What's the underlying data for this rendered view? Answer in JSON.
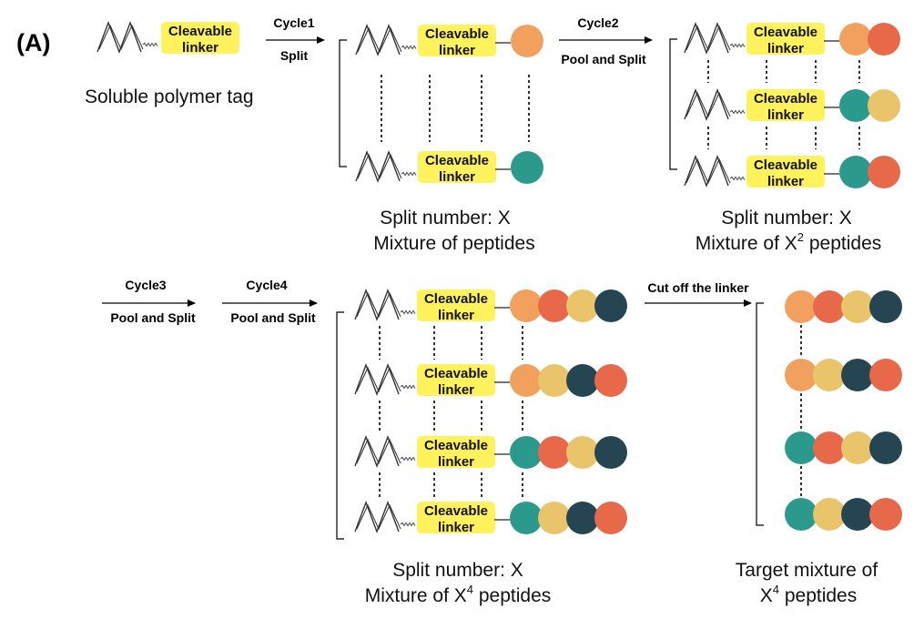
{
  "panel_label": "(A)",
  "linker_label": [
    "Cleavable",
    "linker"
  ],
  "colors": {
    "orange": "#F2A05E",
    "red": "#E8694A",
    "teal": "#2B9A8C",
    "yellow": "#E9C46A",
    "navy": "#264553",
    "linker_fill": "#FFF25C"
  },
  "labels": {
    "tag": "Soluble polymer tag",
    "cycle1": "Cycle1",
    "split": "Split",
    "cycle2": "Cycle2",
    "pool_split": "Pool and Split",
    "cycle3": "Cycle3",
    "cycle4": "Cycle4",
    "cut": "Cut off the linker",
    "split_number": "Split number: X",
    "mixture_peptides": "Mixture of peptides",
    "mixture_of": "Mixture of X",
    "peptides_suffix": " peptides",
    "target_line1": "Target mixture of",
    "target_line2_base": "X",
    "sup2": "2",
    "sup4": "4"
  },
  "cycle1_rows": [
    [
      "orange"
    ],
    [
      "teal"
    ]
  ],
  "cycle2_rows": [
    [
      "orange",
      "red"
    ],
    [
      "teal",
      "yellow"
    ],
    [
      "teal",
      "red"
    ]
  ],
  "cycle4_rows": [
    [
      "orange",
      "red",
      "yellow",
      "navy"
    ],
    [
      "orange",
      "yellow",
      "navy",
      "red"
    ],
    [
      "teal",
      "red",
      "yellow",
      "navy"
    ],
    [
      "teal",
      "yellow",
      "navy",
      "red"
    ]
  ],
  "target_rows": [
    [
      "orange",
      "red",
      "yellow",
      "navy"
    ],
    [
      "orange",
      "yellow",
      "navy",
      "red"
    ],
    [
      "teal",
      "red",
      "yellow",
      "navy"
    ],
    [
      "teal",
      "yellow",
      "navy",
      "red"
    ]
  ]
}
